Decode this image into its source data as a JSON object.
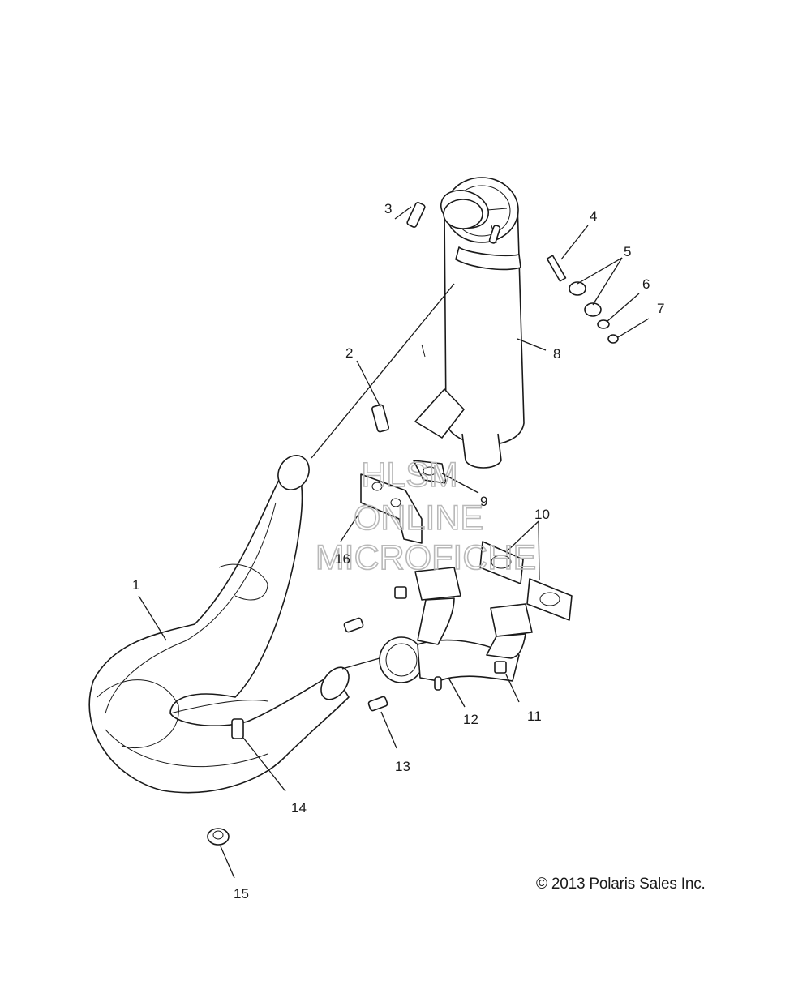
{
  "callouts": [
    "1",
    "2",
    "3",
    "4",
    "5",
    "6",
    "7",
    "8",
    "9",
    "10",
    "11",
    "12",
    "13",
    "14",
    "15",
    "16"
  ],
  "watermark": [
    "HLSM",
    "ONLINE",
    "MICROFICHE"
  ],
  "copyright": "© 2013 Polaris Sales Inc."
}
